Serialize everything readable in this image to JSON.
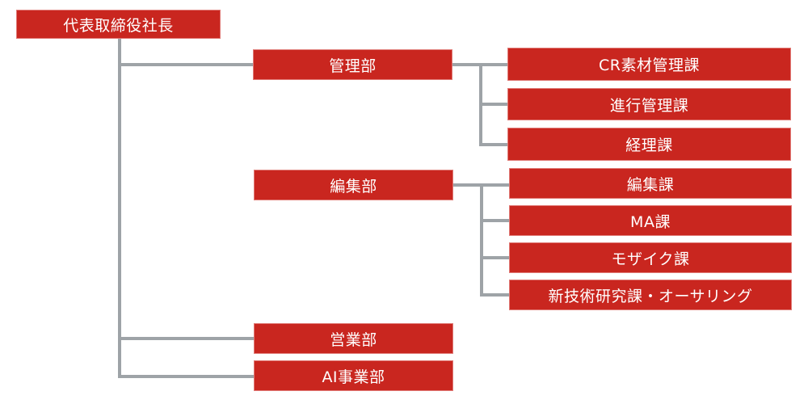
{
  "org_chart": {
    "root": {
      "label": "代表取締役社長"
    },
    "departments": [
      {
        "label": "管理部",
        "sections": [
          {
            "label": "CR素材管理課"
          },
          {
            "label": "進行管理課"
          },
          {
            "label": "経理課"
          }
        ]
      },
      {
        "label": "編集部",
        "sections": [
          {
            "label": "編集課"
          },
          {
            "label": "MA課"
          },
          {
            "label": "モザイク課"
          },
          {
            "label": "新技術研究課・オーサリング"
          }
        ]
      },
      {
        "label": "営業部",
        "sections": []
      },
      {
        "label": "AI事業部",
        "sections": []
      }
    ]
  },
  "colors": {
    "box": "#c9261f",
    "text": "#ffffff",
    "connector": "#9ea3a7"
  }
}
